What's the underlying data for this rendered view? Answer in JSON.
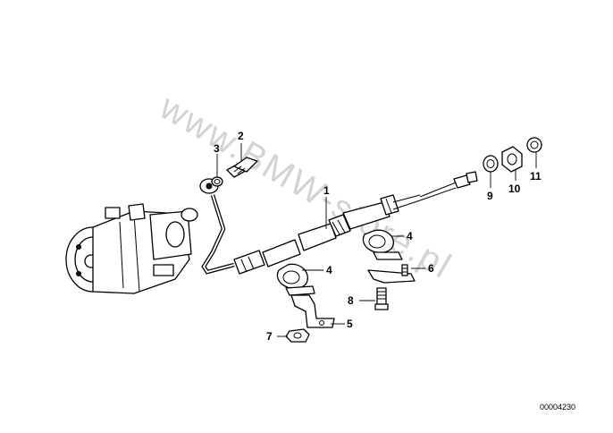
{
  "watermark": "www.BMW-store.pl",
  "reference_number": "00004230",
  "callouts": [
    "1",
    "2",
    "3",
    "4",
    "4",
    "5",
    "6",
    "7",
    "8",
    "9",
    "10",
    "11"
  ]
}
